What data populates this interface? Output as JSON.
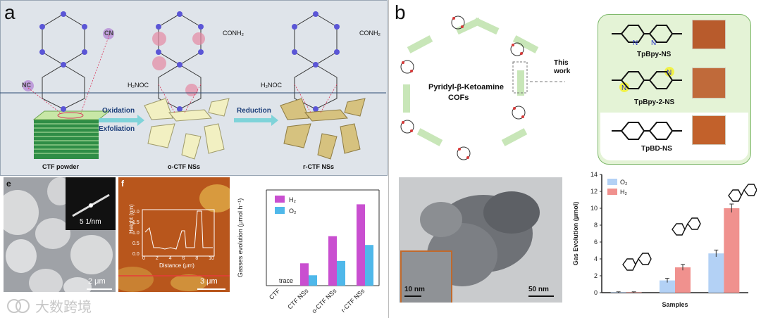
{
  "panel_a": {
    "letter": "a",
    "stage_labels": [
      "CTF powder",
      "o-CTF NSs",
      "r-CTF NSs"
    ],
    "arrow_oxidation": "Oxidation",
    "arrow_exfoliation": "Exfoliation",
    "arrow_reduction": "Reduction",
    "group_cn": "CN",
    "group_conh2": "CONH₂",
    "group_h2noc": "H₂NOC",
    "group_nc": "NC"
  },
  "panel_b": {
    "letter": "b",
    "center_label_1": "Pyridyl-β-Ketoamine",
    "center_label_2": "COFs",
    "this_work_1": "This",
    "this_work_2": "work",
    "samples": [
      "TpBpy-NS",
      "TpBpy-2-NS",
      "TpBD-NS"
    ],
    "tem_scale": "50 nm",
    "tem_inset_scale": "10 nm"
  },
  "panel_e": {
    "letter": "e",
    "scale": "2 μm",
    "inset_scale": "5 1/nm"
  },
  "panel_f": {
    "letter": "f",
    "scale": "3 μm",
    "inset_ylabel": "Height (nm)",
    "inset_xlabel": "Distance (μm)",
    "inset_yticks": [
      "0.0",
      "0.5",
      "1.0",
      "1.5",
      "2.0"
    ],
    "inset_xticks": [
      "0",
      "2",
      "4",
      "6",
      "8",
      "10"
    ]
  },
  "watermark": "大数跨境",
  "chart_data": [
    {
      "type": "bar",
      "ylabel": "Gasses evolution (μmol h⁻¹)",
      "categories": [
        "CTF",
        "CTF NSs",
        "o-CTF NSs",
        "r-CTF NSs"
      ],
      "annotation": "trace",
      "series": [
        {
          "name": "H₂",
          "color": "#c94fd0",
          "values": [
            0,
            1.4,
            3.1,
            5.1
          ]
        },
        {
          "name": "O₂",
          "color": "#4fb8ea",
          "values": [
            0,
            0.65,
            1.55,
            2.55
          ]
        }
      ],
      "ylim": [
        0,
        6
      ],
      "yticks": [],
      "legend": "top-left"
    },
    {
      "type": "bar",
      "xlabel": "Samples",
      "ylabel": "Gas Evolution (μmol)",
      "series": [
        {
          "name": "O₂",
          "color": "#b3d1f5",
          "values": [
            0.05,
            1.45,
            4.65
          ]
        },
        {
          "name": "H₂",
          "color": "#f0918e",
          "values": [
            0.05,
            3.0,
            10.0
          ]
        }
      ],
      "errors": {
        "O₂": [
          0.05,
          0.25,
          0.4
        ],
        "H₂": [
          0.05,
          0.35,
          0.5
        ]
      },
      "ylim": [
        0,
        14
      ],
      "yticks": [
        "0",
        "2",
        "4",
        "6",
        "8",
        "10",
        "12",
        "14"
      ],
      "legend": "top-left"
    }
  ]
}
